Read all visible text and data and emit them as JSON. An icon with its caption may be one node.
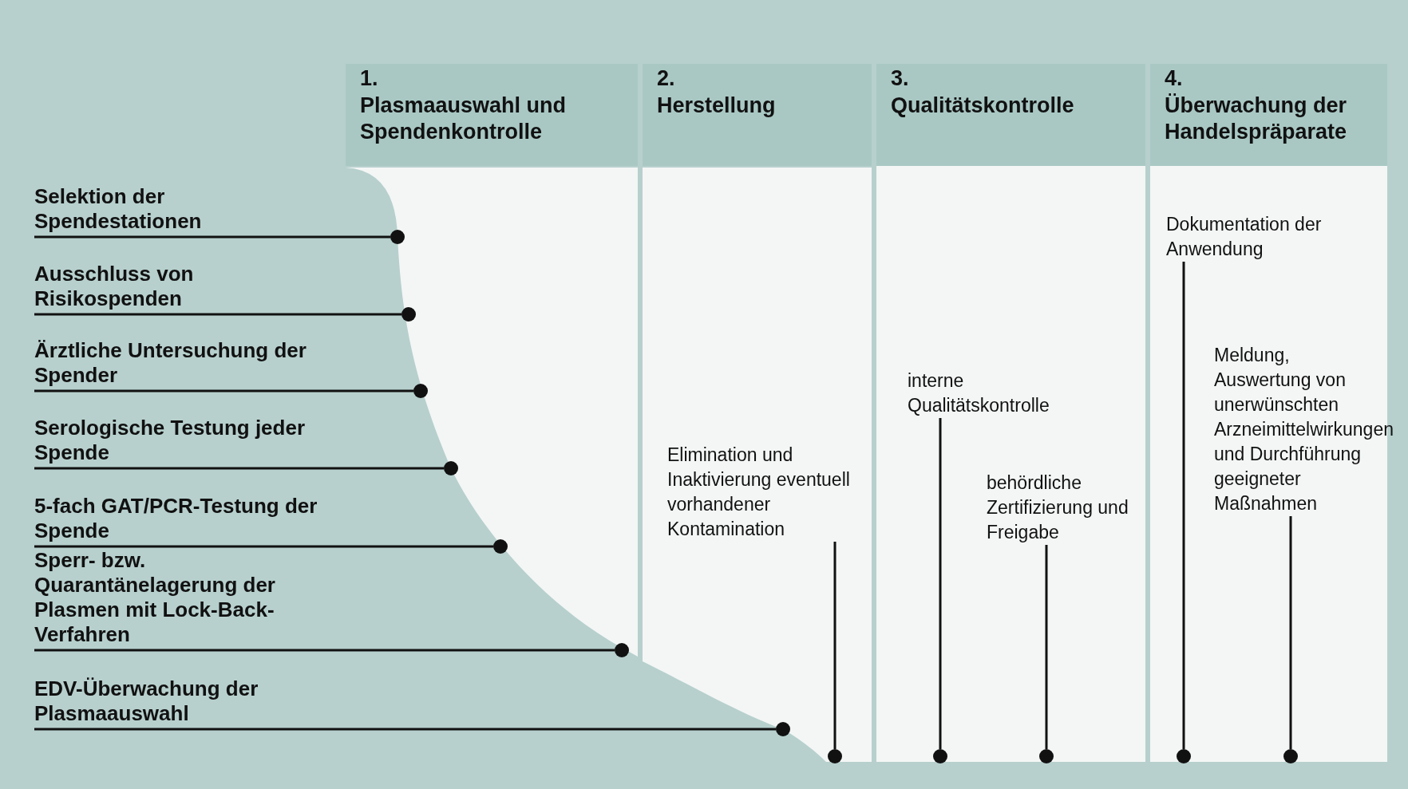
{
  "diagram": {
    "nodes": [
      {
        "text": [
          "1.",
          "Plasmaauswahl und Spendenkontrolle"
        ]
      },
      {
        "text": [
          "2.",
          "Herstellung"
        ]
      },
      {
        "text": [
          "3.",
          "Qualitätskontrolle"
        ]
      },
      {
        "text": [
          "4.",
          "Überwachung der Handelspräparate"
        ]
      },
      {
        "text": [
          "Selektion der Spendestationen"
        ]
      },
      {
        "text": [
          "Ausschluss von Risikospenden"
        ]
      },
      {
        "text": [
          "Ärztliche Untersuchung der Spender"
        ]
      },
      {
        "text": [
          "Serologische Testung jeder Spende"
        ]
      },
      {
        "text": [
          "5-fach GAT/PCR-Testung der Spende"
        ]
      },
      {
        "text": [
          "Sperr- bzw. Quarantänelagerung der Plasmen mit Lock-Back-Verfahren"
        ]
      },
      {
        "text": [
          "EDV-Überwachung der Plasmaauswahl"
        ]
      },
      {
        "text": [
          "Elimination und Inaktivierung eventuell vorhandener Kontamination"
        ],
        "in": 1
      },
      {
        "text": [
          "interne Qualitätskontrolle"
        ],
        "in": 2
      },
      {
        "text": [
          "behördliche Zertifizierung und Freigabe"
        ],
        "in": 2
      },
      {
        "text": [
          "Dokumentation der Anwendung"
        ],
        "in": 3
      },
      {
        "text": [
          "Meldung, Auswertung von unerwünschten Arzneimittelwirkungen und Durchführung geeigneter Maßnahmen"
        ],
        "in": 3
      },
      {
        "text": [],
        "shape": "circle",
        "in": 0
      },
      {
        "text": [],
        "shape": "circle",
        "in": 0
      },
      {
        "text": [],
        "shape": "circle",
        "in": 0
      },
      {
        "text": [],
        "shape": "circle",
        "in": 0
      },
      {
        "text": [],
        "shape": "circle",
        "in": 0
      },
      {
        "text": [],
        "shape": "circle",
        "in": 0
      },
      {
        "text": [],
        "shape": "circle",
        "in": 1
      },
      {
        "text": [],
        "shape": "circle",
        "in": 1
      },
      {
        "text": [],
        "shape": "circle",
        "in": 2
      },
      {
        "text": [],
        "shape": "circle",
        "in": 2
      },
      {
        "text": [],
        "shape": "circle",
        "in": 3
      },
      {
        "text": [],
        "shape": "circle",
        "in": 3
      }
    ],
    "edges": [
      {
        "from": 4,
        "to": 16,
        "arrow": "none"
      },
      {
        "from": 5,
        "to": 17,
        "arrow": "none"
      },
      {
        "from": 6,
        "to": 18,
        "arrow": "none"
      },
      {
        "from": 7,
        "to": 19,
        "arrow": "none"
      },
      {
        "from": 8,
        "to": 20,
        "arrow": "none"
      },
      {
        "from": 9,
        "to": 21,
        "arrow": "none"
      },
      {
        "from": 10,
        "to": 22,
        "arrow": "none"
      },
      {
        "from": 11,
        "to": 23,
        "arrow": "none"
      },
      {
        "from": 12,
        "to": 24,
        "arrow": "none"
      },
      {
        "from": 13,
        "to": 25,
        "arrow": "none"
      },
      {
        "from": 14,
        "to": 26,
        "arrow": "none"
      },
      {
        "from": 15,
        "to": 27,
        "arrow": "none"
      }
    ]
  }
}
